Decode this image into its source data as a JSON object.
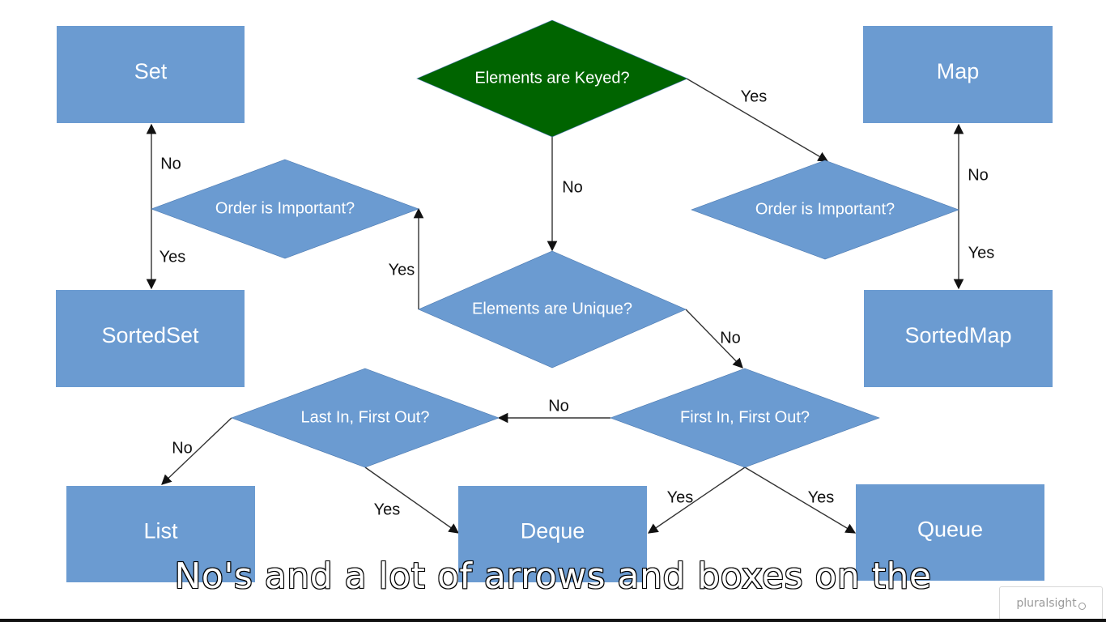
{
  "nodes": [
    {
      "id": "set",
      "label": "Set",
      "shape": "rect"
    },
    {
      "id": "map",
      "label": "Map",
      "shape": "rect"
    },
    {
      "id": "keyed",
      "label": "Elements are Keyed?",
      "shape": "diamond",
      "fill": "#006400"
    },
    {
      "id": "order_left",
      "label": "Order is Important?",
      "shape": "diamond"
    },
    {
      "id": "order_right",
      "label": "Order is Important?",
      "shape": "diamond"
    },
    {
      "id": "unique",
      "label": "Elements are Unique?",
      "shape": "diamond"
    },
    {
      "id": "sortedset",
      "label": "SortedSet",
      "shape": "rect"
    },
    {
      "id": "sortedmap",
      "label": "SortedMap",
      "shape": "rect"
    },
    {
      "id": "lifo",
      "label": "Last In, First Out?",
      "shape": "diamond"
    },
    {
      "id": "fifo",
      "label": "First In, First Out?",
      "shape": "diamond"
    },
    {
      "id": "list",
      "label": "List",
      "shape": "rect"
    },
    {
      "id": "deque",
      "label": "Deque",
      "shape": "rect"
    },
    {
      "id": "queue",
      "label": "Queue",
      "shape": "rect"
    }
  ],
  "edges": [
    {
      "from": "keyed",
      "to": "order_right",
      "label": "Yes"
    },
    {
      "from": "keyed",
      "to": "unique",
      "label": "No"
    },
    {
      "from": "order_left",
      "to": "set",
      "label": "No"
    },
    {
      "from": "order_left",
      "to": "sortedset",
      "label": "Yes"
    },
    {
      "from": "order_right",
      "to": "map",
      "label": "No"
    },
    {
      "from": "order_right",
      "to": "sortedmap",
      "label": "Yes"
    },
    {
      "from": "unique",
      "to": "order_left",
      "label": "Yes"
    },
    {
      "from": "unique",
      "to": "fifo",
      "label": "No"
    },
    {
      "from": "fifo",
      "to": "lifo",
      "label": "No"
    },
    {
      "from": "fifo",
      "to": "deque",
      "label": "Yes"
    },
    {
      "from": "fifo",
      "to": "queue",
      "label": "Yes"
    },
    {
      "from": "lifo",
      "to": "list",
      "label": "No"
    },
    {
      "from": "lifo",
      "to": "deque",
      "label": "Yes"
    }
  ],
  "colors": {
    "node_fill": "#6b9bd1",
    "keyed_fill": "#006400",
    "node_text": "#ffffff",
    "edge": "#333333"
  },
  "caption": "No's and a lot of arrows and boxes on the",
  "watermark": {
    "text": "pluralsight",
    "icon": "pluralsight-logo-icon"
  }
}
